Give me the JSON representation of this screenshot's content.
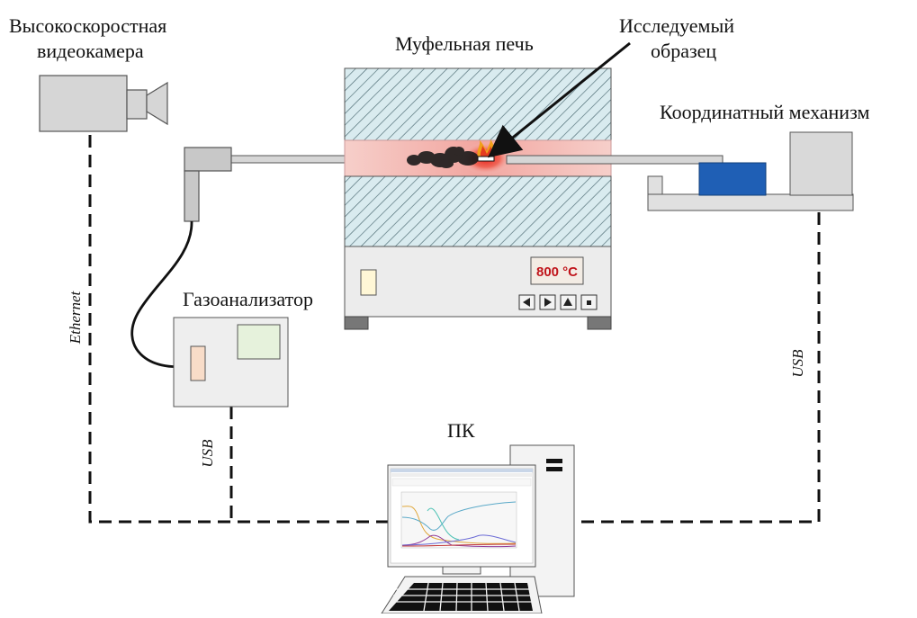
{
  "labels": {
    "camera_line1": "Высокоскоростная",
    "camera_line2": "видеокамера",
    "furnace": "Муфельная печь",
    "sample_line1": "Исследуемый",
    "sample_line2": "образец",
    "coord": "Координатный механизм",
    "gas": "Газоанализатор",
    "pc": "ПК",
    "ethernet": "Ethernet",
    "usb_gas": "USB",
    "usb_coord": "USB"
  },
  "furnace_display": "800 °C",
  "furnace_buttons": [
    "left-arrow",
    "right-arrow",
    "up-arrow",
    "stop"
  ],
  "colors": {
    "device_gray": "#d6d6d6",
    "hatch": "#a9c7cf",
    "heat_zone": "#f4c7c3",
    "flame": "#e53a1e",
    "display_text": "#c0141a",
    "stage_blue": "#1f5fb5",
    "gas_screen": "#e6f2dc",
    "gas_port": "#f8dcc8"
  }
}
